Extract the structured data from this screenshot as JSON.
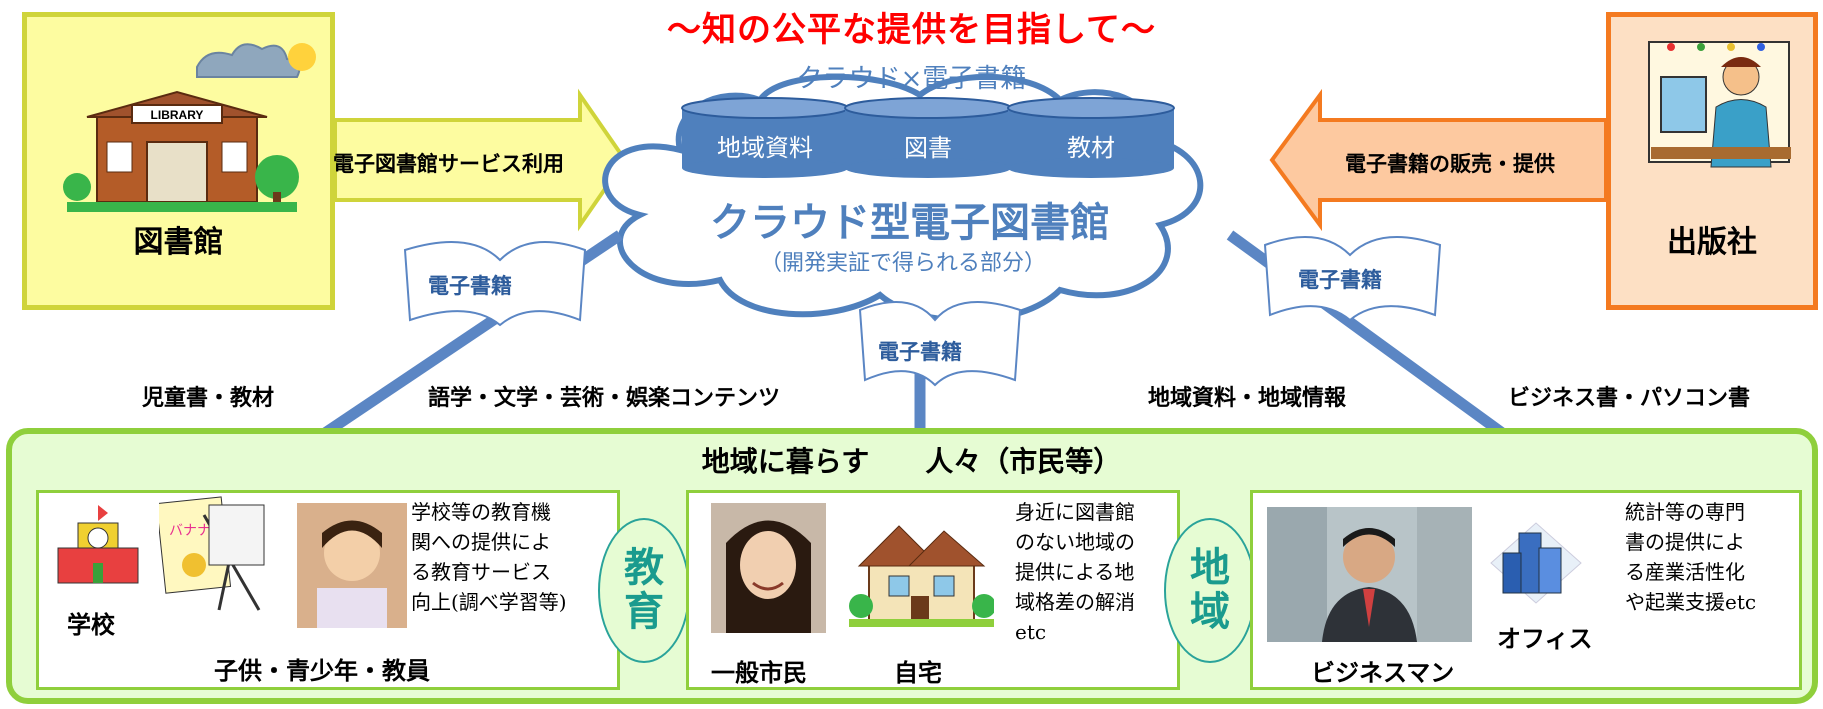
{
  "title": "～知の公平な提供を目指して～",
  "subtitle": "クラウド×電子書籍",
  "library": {
    "label": "図書館",
    "sign": "LIBRARY",
    "arrow_text": "電子図書館サービス利用"
  },
  "publisher": {
    "label": "出版社",
    "arrow_text": "電子書籍の販売・提供"
  },
  "cloud": {
    "name": "クラウド型電子図書館",
    "note": "（開発実証で得られる部分）",
    "databases": [
      "地域資料",
      "図書",
      "教材"
    ]
  },
  "ebook_label": "電子書籍",
  "categories": {
    "children": "児童書・教材",
    "culture": "語学・文学・芸術・娯楽コンテンツ",
    "regional": "地域資料・地域情報",
    "business": "ビジネス書・パソコン書"
  },
  "people_title": "地域に暮らす　　人々（市民等）",
  "education": {
    "school_label": "学校",
    "group_label": "子供・青少年・教員",
    "description": [
      "学校等の教育機",
      "関への提供によ",
      "る教育サービス",
      "向上(調べ学習等)"
    ],
    "badge": [
      "教",
      "育"
    ]
  },
  "citizen": {
    "citizen_label": "一般市民",
    "home_label": "自宅",
    "description": [
      "身近に図書館",
      "のない地域の",
      "提供による地",
      "域格差の解消",
      "etc"
    ],
    "badge": [
      "地",
      "域"
    ]
  },
  "business": {
    "person_label": "ビジネスマン",
    "office_label": "オフィス",
    "description": [
      "統計等の専門",
      "書の提供によ",
      "る産業活性化",
      "や起業支援etc"
    ]
  },
  "colors": {
    "title_red": "#ff0000",
    "cloud_blue": "#4f80bd",
    "library_fill": "#fdfca0",
    "publisher_fill": "#fde0c4",
    "publisher_border": "#f47a20",
    "area_fill": "#e6fcd3",
    "area_border": "#8fcf3c",
    "badge_teal": "#1a9b8e"
  }
}
